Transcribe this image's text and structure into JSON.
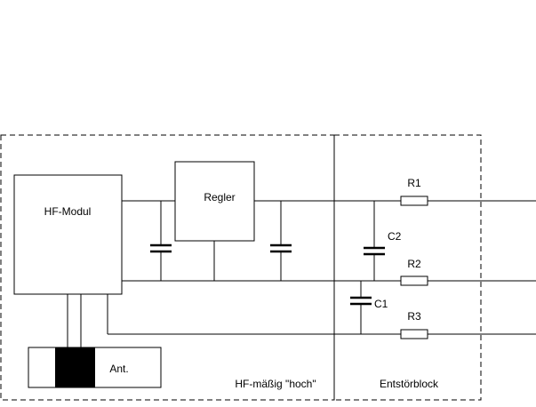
{
  "labels": {
    "hf_modul": "HF-Modul",
    "regler": "Regler",
    "ant": "Ant.",
    "r1": "R1",
    "r2": "R2",
    "r3": "R3",
    "c1": "C1",
    "c2": "C2",
    "zone_hf": "HF-mäßig \"hoch\"",
    "zone_entstoer": "Entstörblock"
  }
}
